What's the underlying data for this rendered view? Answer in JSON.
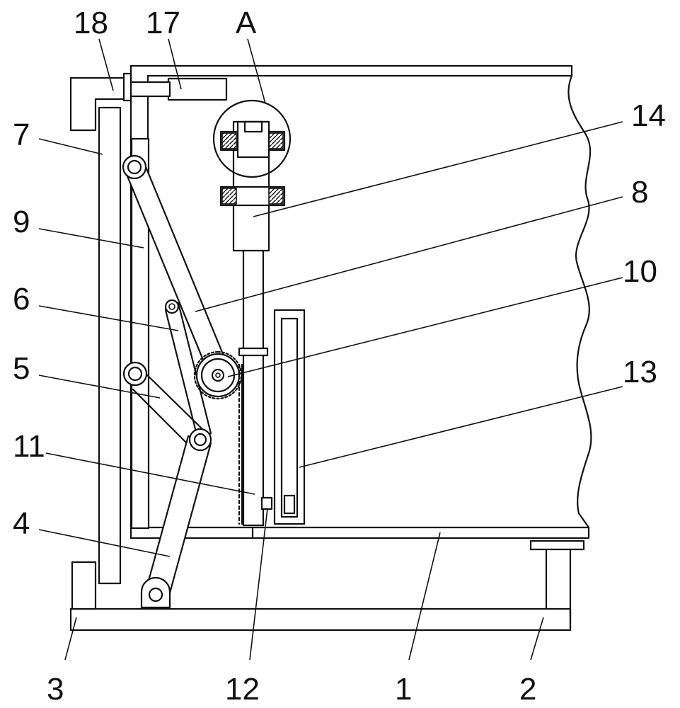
{
  "figure": {
    "labels": {
      "l18": "18",
      "l17": "17",
      "lA": "A",
      "l7": "7",
      "l14": "14",
      "l8": "8",
      "l9": "9",
      "l10": "10",
      "l6": "6",
      "l13": "13",
      "l5": "5",
      "l11": "11",
      "l4": "4",
      "l3": "3",
      "l12": "12",
      "l1": "1",
      "l2": "2"
    }
  }
}
